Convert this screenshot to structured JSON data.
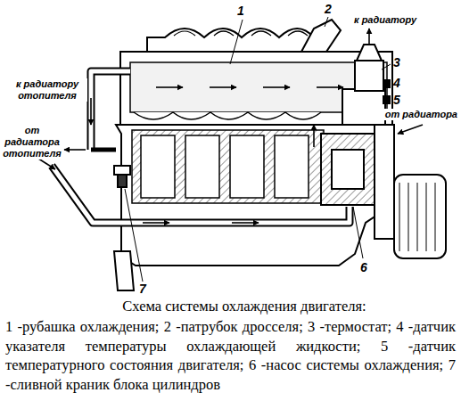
{
  "diagram": {
    "caption": "Схема системы охлаждения двигателя:",
    "labels": [
      "1",
      "2",
      "к радиатору",
      "3",
      "4",
      "5",
      "от радиатора",
      "к радиатору отопителя",
      "от радиатора отопителя",
      "6",
      "7",
      "1 -рубашка охлаждения; 2 -патрубок дросселя; 3 -термостат; 4 -датчик указателя температуры охлаждающей жидкости; 5 -датчик температурного состояния двигателя; 6 -насос системы охлаждения; 7 -сливной краник блока цилиндров"
    ]
  }
}
